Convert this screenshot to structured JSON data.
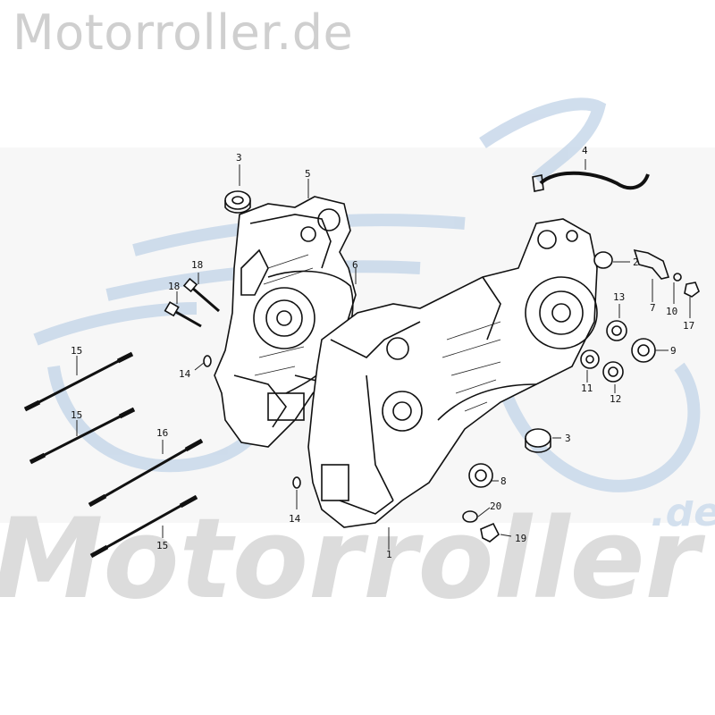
{
  "header": {
    "site_name": "Motorroller.de"
  },
  "watermark": {
    "main_text": "Motorroller",
    "suffix_text": ".de",
    "color": "#d9d9d9",
    "swoosh_color": "#c9d9ea"
  },
  "diagram": {
    "callouts": {
      "c1": "1",
      "c2": "2",
      "c3a": "3",
      "c3b": "3",
      "c4": "4",
      "c5": "5",
      "c6": "6",
      "c7": "7",
      "c8": "8",
      "c9": "9",
      "c10": "10",
      "c11": "11",
      "c12": "12",
      "c13": "13",
      "c14a": "14",
      "c14b": "14",
      "c15a": "15",
      "c15b": "15",
      "c15c": "15",
      "c16": "16",
      "c17": "17",
      "c18a": "18",
      "c18b": "18",
      "c19": "19",
      "c20": "20"
    }
  }
}
